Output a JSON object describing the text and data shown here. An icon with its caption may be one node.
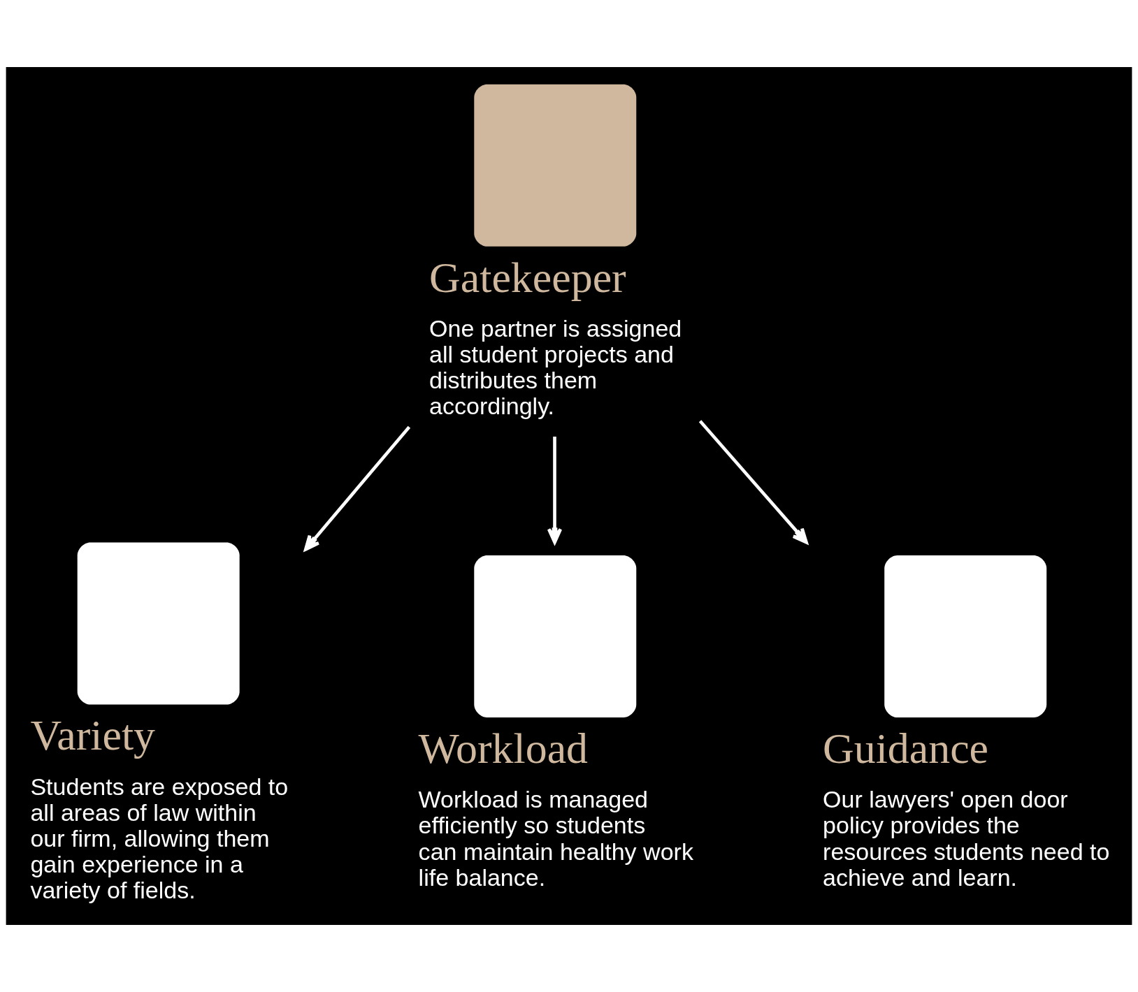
{
  "diagram": {
    "nodes": [
      {
        "text": [],
        "shape": "puzzle",
        "beside": [
          "Gatekeeper",
          "One partner is assigned all student projects and distributes them accordingly."
        ]
      },
      {
        "text": [],
        "shape": "puzzle",
        "beside": [
          "Variety",
          "Students are exposed to all areas of law within our firm, allowing them gain experience in a variety of fields."
        ]
      },
      {
        "text": [],
        "shape": "puzzle",
        "beside": [
          "Workload",
          "Workload is managed efficiently so students can maintain healthy work life balance."
        ]
      },
      {
        "text": [],
        "shape": "puzzle",
        "beside": [
          "Guidance",
          "Our lawyers' open door policy provides the resources students need to achieve and learn."
        ]
      }
    ],
    "edges": [
      {
        "from": 0,
        "to": 1,
        "arrow": "to"
      },
      {
        "from": 0,
        "to": 2,
        "arrow": "to"
      },
      {
        "from": 0,
        "to": 3,
        "arrow": "to"
      }
    ]
  }
}
